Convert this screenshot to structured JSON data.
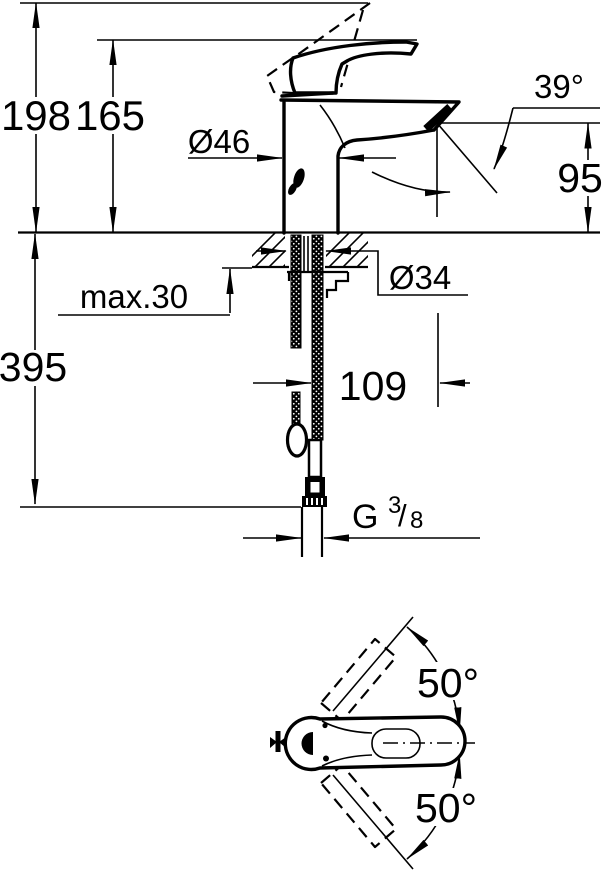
{
  "colors": {
    "line": "#000000",
    "background": "#ffffff"
  },
  "side_view": {
    "overall_height": "198",
    "spout_tip_height": "165",
    "body_diameter": "Ø46",
    "spray_angle": "39°",
    "outlet_height": "95",
    "deck_thickness": "max.30",
    "hole_diameter": "Ø34",
    "hose_clearance": "395",
    "spout_reach": "109",
    "thread": {
      "g": "G",
      "numerator": "3",
      "slash": "/",
      "denominator": "8"
    }
  },
  "top_view": {
    "swivel_angle_upper": "50°",
    "swivel_angle_lower": "50°"
  }
}
